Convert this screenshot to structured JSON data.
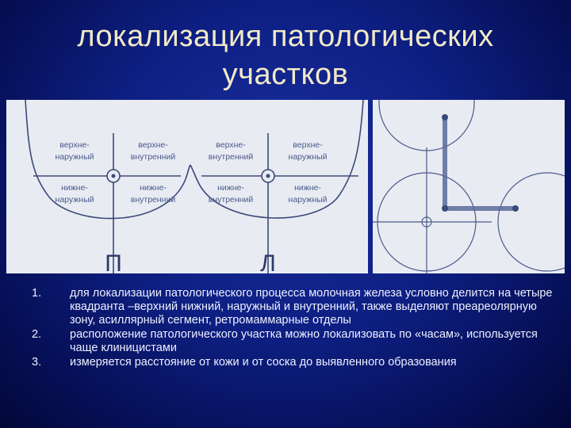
{
  "slide": {
    "title_line1": "локализация патологических",
    "title_line2": "участков"
  },
  "diagram": {
    "quadrants": [
      "верхне-\nнаружный",
      "верхне-\nвнутренний",
      "верхне-\nвнутренний",
      "верхне-\nнаружный",
      "нижне-\nнаружный",
      "нижне-\nвнутренний",
      "нижне-\nвнутренний",
      "нижне-\nнаружный"
    ],
    "side_left": "П",
    "side_right": "Л"
  },
  "list": [
    {
      "num": "1.",
      "text": "для локализации патологического процесса молочная железа условно делится на четыре квадранта –верхний нижний, наружный и внутренний, также выделяют преареолярную зону, асиллярный сегмент, ретромаммарные отделы"
    },
    {
      "num": "2.",
      "text": "расположение патологического участка можно локализовать по «часам», используется чаще клиницистами"
    },
    {
      "num": "3.",
      "text": "измеряется расстояние от кожи и от соска  до выявленного образования"
    }
  ]
}
